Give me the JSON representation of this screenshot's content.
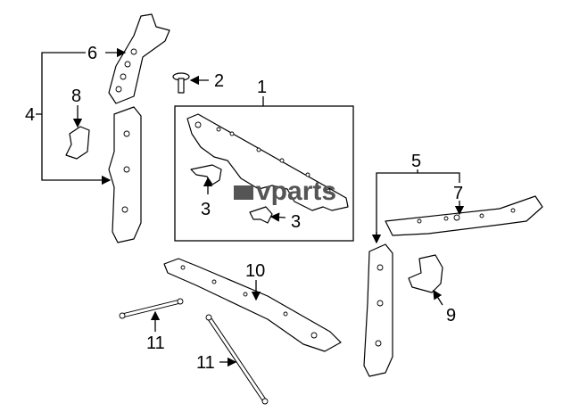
{
  "diagram": {
    "callouts": {
      "c1": "1",
      "c2": "2",
      "c3a": "3",
      "c3b": "3",
      "c4": "4",
      "c5": "5",
      "c6": "6",
      "c7": "7",
      "c8": "8",
      "c9": "9",
      "c10": "10",
      "c11a": "11",
      "c11b": "11"
    },
    "watermark": "vparts",
    "line_color": "#000000",
    "watermark_color": "#555555"
  }
}
